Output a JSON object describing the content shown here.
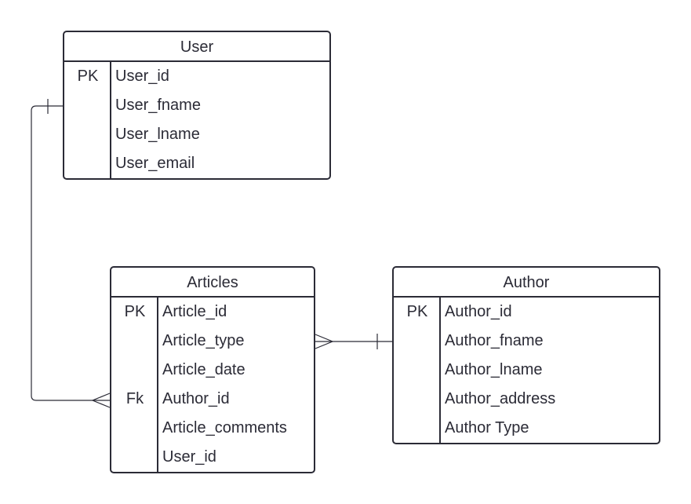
{
  "entities": {
    "user": {
      "title": "User",
      "rows": [
        {
          "key": "PK",
          "field": "User_id"
        },
        {
          "key": "",
          "field": "User_fname"
        },
        {
          "key": "",
          "field": "User_lname"
        },
        {
          "key": "",
          "field": "User_email"
        }
      ]
    },
    "articles": {
      "title": "Articles",
      "rows": [
        {
          "key": "PK",
          "field": "Article_id"
        },
        {
          "key": "",
          "field": "Article_type"
        },
        {
          "key": "",
          "field": "Article_date"
        },
        {
          "key": "Fk",
          "field": "Author_id"
        },
        {
          "key": "",
          "field": "Article_comments"
        },
        {
          "key": "",
          "field": "User_id"
        }
      ]
    },
    "author": {
      "title": "Author",
      "rows": [
        {
          "key": "PK",
          "field": "Author_id"
        },
        {
          "key": "",
          "field": "Author_fname"
        },
        {
          "key": "",
          "field": "Author_lname"
        },
        {
          "key": "",
          "field": "Author_address"
        },
        {
          "key": "",
          "field": "Author Type"
        }
      ]
    }
  },
  "relationships": [
    {
      "from": "user",
      "from_cardinality": "one",
      "to": "articles",
      "to_cardinality": "many"
    },
    {
      "from": "articles",
      "from_cardinality": "many",
      "to": "author",
      "to_cardinality": "one"
    }
  ],
  "colors": {
    "line": "#2b2b36",
    "background": "#ffffff"
  }
}
